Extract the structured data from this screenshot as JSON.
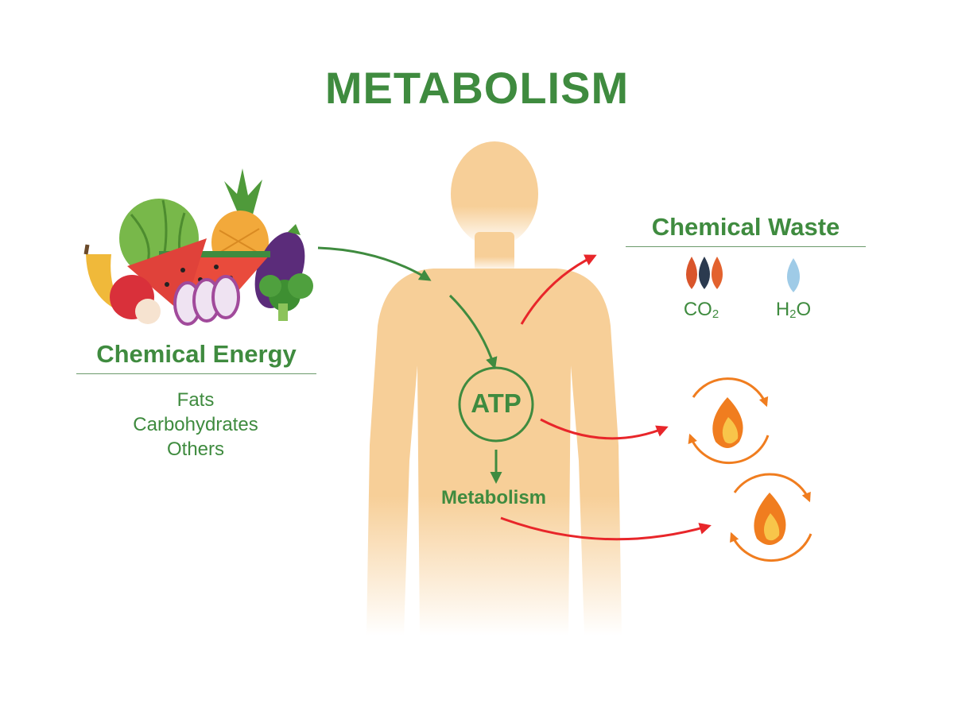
{
  "title": "METABOLISM",
  "chemical_energy": {
    "heading": "Chemical Energy",
    "items": [
      "Fats",
      "Carbohydrates",
      "Others"
    ]
  },
  "chemical_waste": {
    "heading": "Chemical Waste",
    "co2": {
      "base": "CO",
      "sub": "2"
    },
    "h2o": {
      "base": "H",
      "sub": "2",
      "tail": "O"
    }
  },
  "atp_label": "ATP",
  "metabolism_label": "Metabolism",
  "colors": {
    "green": "#3f8b3f",
    "body": "#f7cf98",
    "red_arrow": "#e8262a",
    "orange": "#f07d1f",
    "drop_red": "#d9552b",
    "drop_navy": "#2b3a4f",
    "drop_blue": "#9fcbe7"
  },
  "icons": [
    "fruits-vegetables-illustration",
    "co2-drops-icon",
    "water-drop-icon",
    "heat-cycle-icon"
  ]
}
